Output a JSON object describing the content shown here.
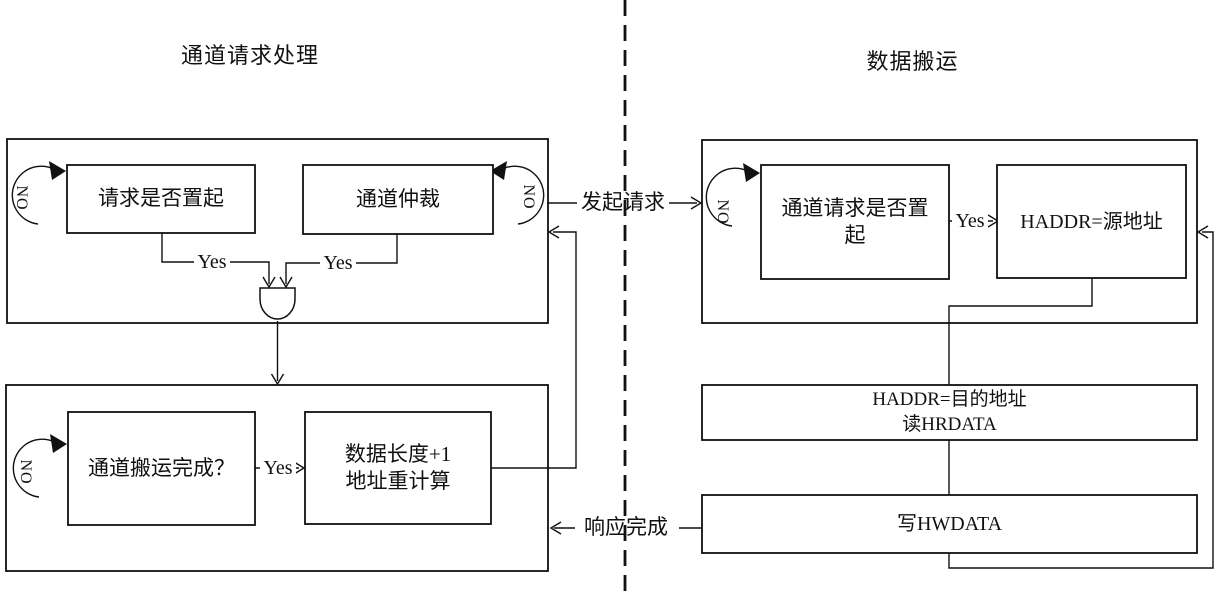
{
  "left": {
    "title": "通道请求处理",
    "box_request": "请求是否置起",
    "box_arbitration": "通道仲裁",
    "box_done": "通道搬运完成？",
    "box_recalc_l1": "数据长度+1",
    "box_recalc_l2": "地址重计算"
  },
  "right": {
    "title": "数据搬运",
    "box_chreq_l1": "通道请求是否置",
    "box_chreq_l2": "起",
    "box_src": "HADDR=源地址",
    "box_dst_l1": "HADDR=目的地址",
    "box_dst_l2": "读HRDATA",
    "box_write": "写HWDATA"
  },
  "labels": {
    "yes": "Yes",
    "no": "NO",
    "initiate": "发起请求",
    "response": "响应完成"
  },
  "colors": {
    "line": "#111111",
    "background": "#ffffff"
  }
}
